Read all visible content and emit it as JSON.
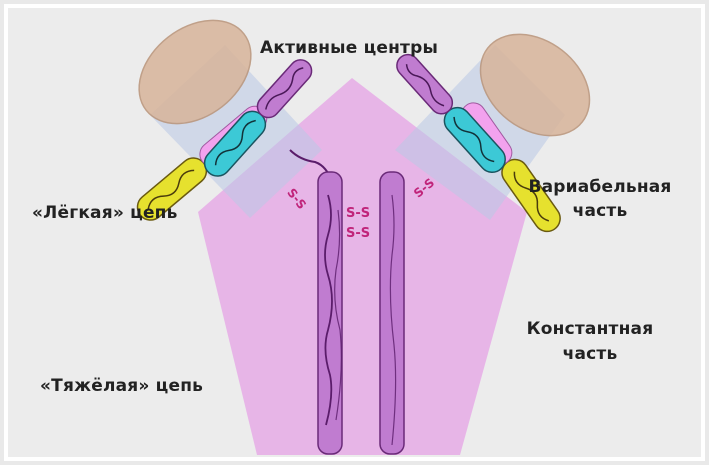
{
  "labels": {
    "active_centers": "Активные центры",
    "light_chain": "«Лёгкая» цепь",
    "variable_part_line1": "Вариабельная",
    "variable_part_line2": "часть",
    "constant_part_line1": "Константная",
    "constant_part_line2": "часть",
    "heavy_chain": "«Тяжёлая» цепь"
  },
  "bonds": {
    "left_interchain": "S-S",
    "hinge_top": "S-S",
    "hinge_bottom": "S-S",
    "right_interchain": "S-S"
  },
  "colors": {
    "background": "#e9e9e9",
    "pentagon": "#e7b2e7",
    "heavy_chain": "#c07cd0",
    "heavy_chain_stroke": "#6a2a78",
    "light_chain_constant": "#f2a2ee",
    "variable_light": "#e6e12e",
    "variable_heavy": "#3cc9d6",
    "active_site_cap": "#d8b49a",
    "bond_text": "#c0247a"
  }
}
